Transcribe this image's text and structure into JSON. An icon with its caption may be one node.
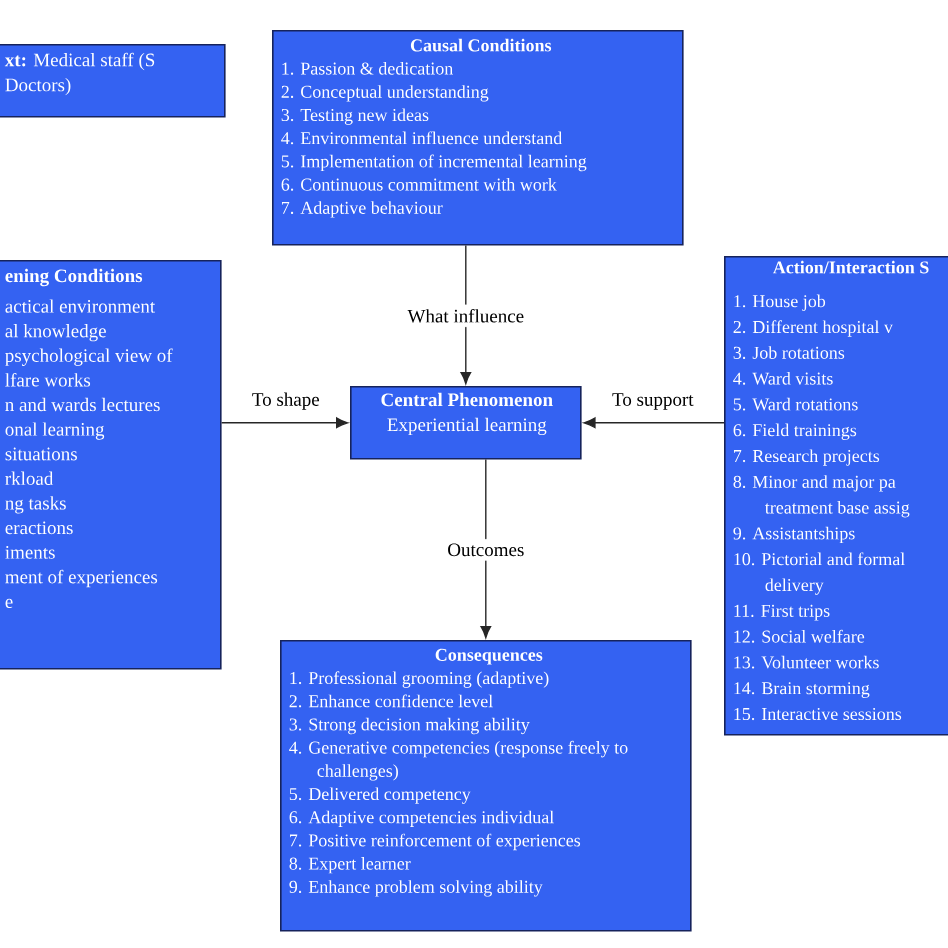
{
  "diagram": {
    "nodes": [
      {
        "text": [
          "**xt:** Medical staff (S Doctors)"
        ]
      },
      {
        "text": [
          "Causal Conditions",
          "1. Passion & dedication",
          "2. Conceptual understanding",
          "3. Testing new ideas",
          "4. Environmental influence understand",
          "5. Implementation of incremental learning",
          "6. Continuous commitment with work",
          "7. Adaptive behaviour"
        ]
      },
      {
        "text": [
          "ening Conditions",
          "actical environment",
          "al knowledge",
          "psychological view of",
          "lfare works",
          "n and wards lectures",
          "onal learning",
          "situations",
          "rkload",
          "ng tasks",
          "eractions",
          "iments",
          "ment of experiences",
          "e"
        ]
      },
      {
        "text": [
          "Action/Interaction S",
          "1. House job",
          "2. Different hospital v",
          "3. Job rotations",
          "4. Ward visits",
          "5. Ward rotations",
          "6. Field trainings",
          "7. Research projects",
          "8. Minor and major pa treatment base assig",
          "9. Assistantships",
          "10. Pictorial and formal delivery",
          "11. First trips",
          "12. Social welfare",
          "13. Volunteer works",
          "14. Brain storming",
          "15. Interactive sessions"
        ]
      },
      {
        "text": [
          "Central Phenomenon",
          "Experiential learning"
        ]
      },
      {
        "text": [
          "Consequences",
          "1. Professional grooming (adaptive)",
          "2. Enhance confidence level",
          "3. Strong decision making ability",
          "4. Generative competencies (response freely to challenges)",
          "5. Delivered competency",
          "6. Adaptive competencies individual",
          "7. Positive reinforcement of experiences",
          "8. Expert learner",
          "9. Enhance problem solving ability"
        ]
      }
    ],
    "edges": [
      {
        "from": 1,
        "to": 4,
        "arrow": "to",
        "label": "What influence"
      },
      {
        "from": 2,
        "to": 4,
        "arrow": "to",
        "label": "To shape"
      },
      {
        "from": 3,
        "to": 4,
        "arrow": "to",
        "label": "To support"
      },
      {
        "from": 4,
        "to": 5,
        "arrow": "to",
        "label": "Outcomes"
      }
    ]
  }
}
